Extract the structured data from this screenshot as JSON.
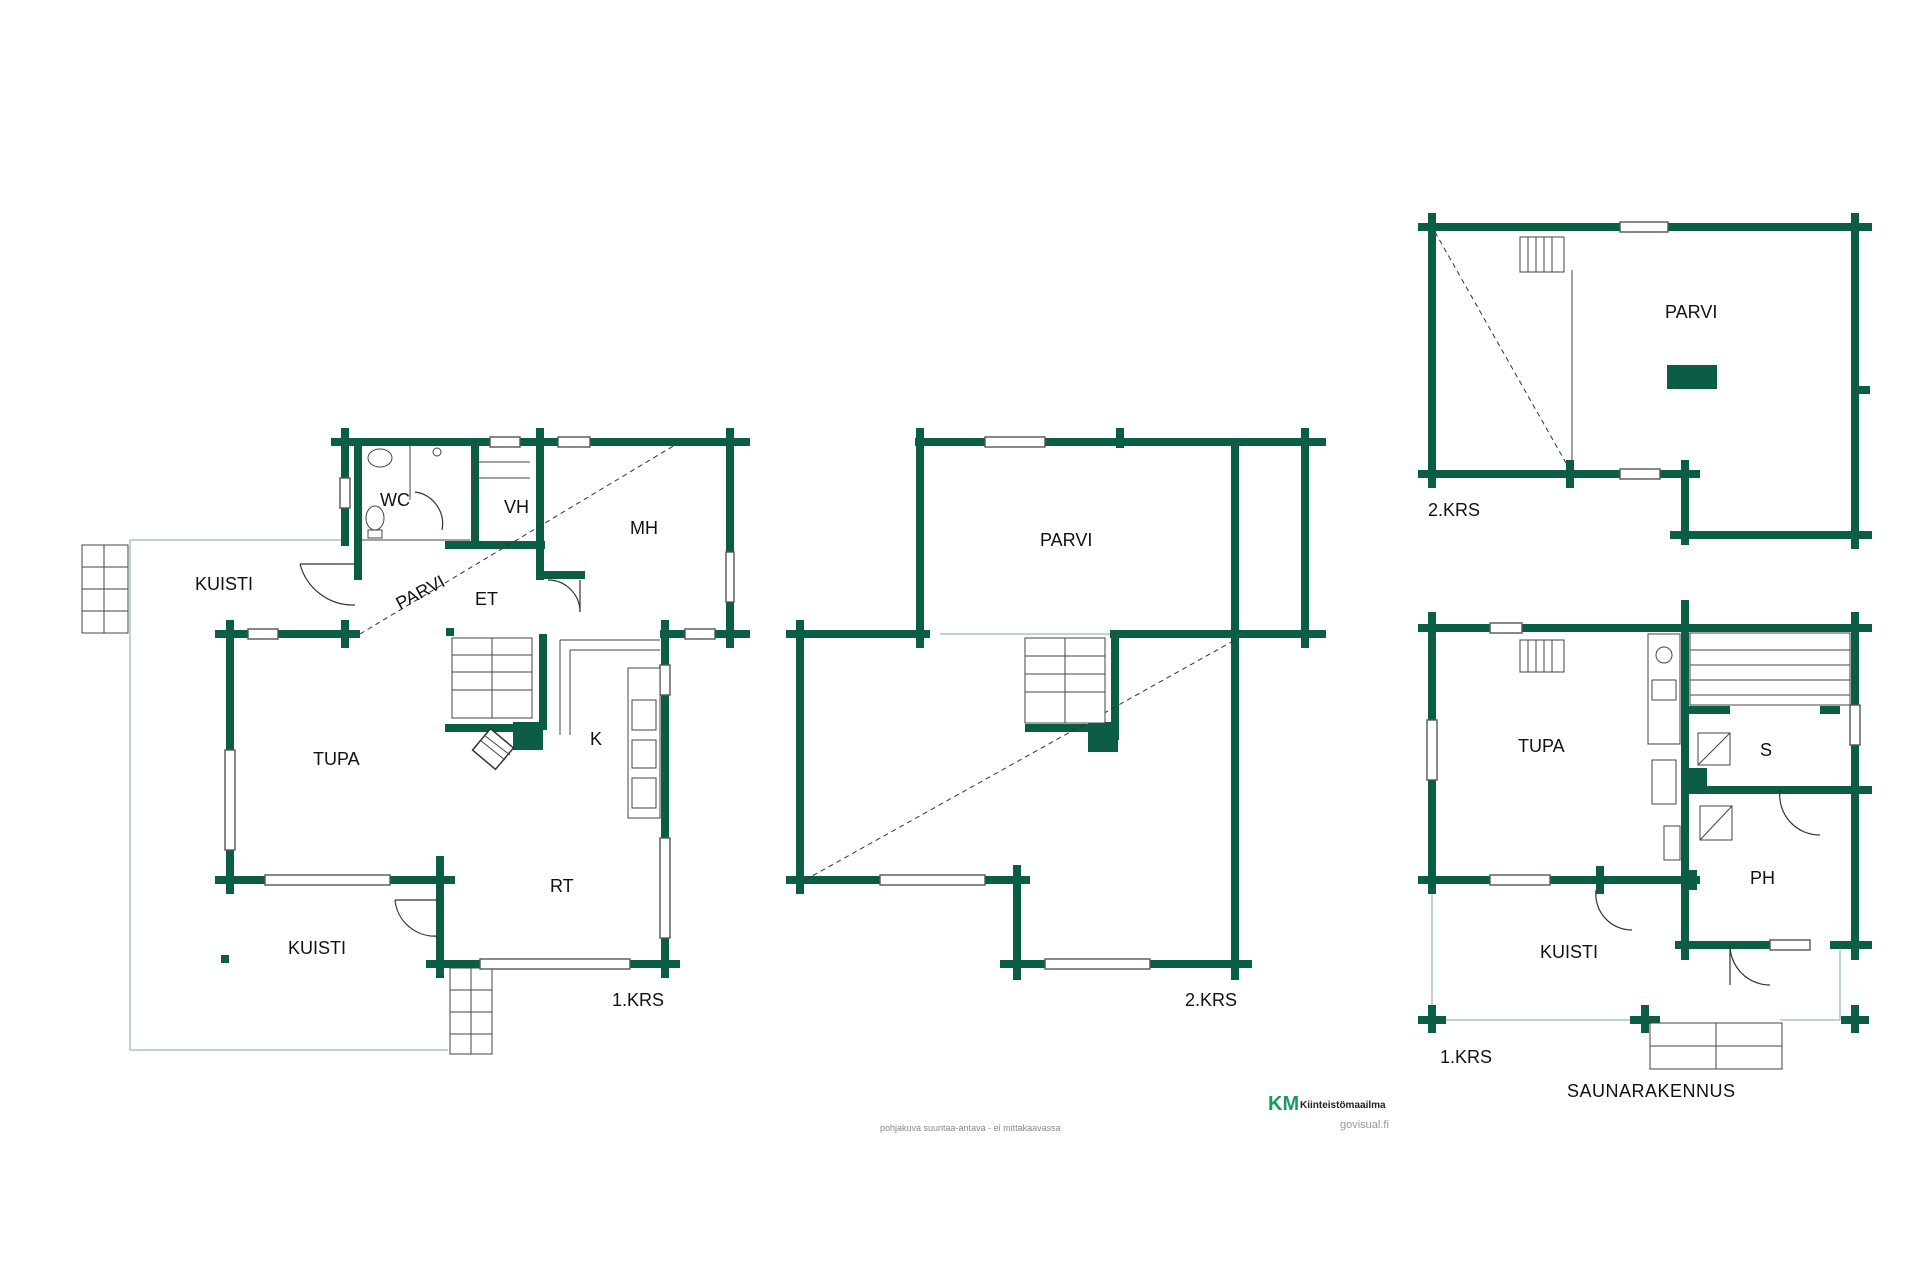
{
  "main_house": {
    "floor1": {
      "floor_label": "1.KRS",
      "rooms": {
        "wc": "WC",
        "vh": "VH",
        "mh": "MH",
        "et": "ET",
        "kuisti_top": "KUISTI",
        "tupa": "TUPA",
        "k": "K",
        "rt": "RT",
        "kuisti_bottom": "KUISTI",
        "parvi_diag": "PARVI"
      }
    },
    "floor2": {
      "floor_label": "2.KRS",
      "rooms": {
        "parvi": "PARVI"
      }
    }
  },
  "sauna_building": {
    "title": "SAUNARAKENNUS",
    "floor2": {
      "floor_label": "2.KRS",
      "rooms": {
        "parvi": "PARVI"
      }
    },
    "floor1": {
      "floor_label": "1.KRS",
      "rooms": {
        "tupa": "TUPA",
        "s": "S",
        "ph": "PH",
        "kuisti": "KUISTI"
      }
    }
  },
  "footer": {
    "disclaimer": "pohjakuva suuntaa-antava - ei mittakaavassa",
    "logo_mark": "KM",
    "brand": "Kiinteistömaailma",
    "site": "govisual.fi"
  },
  "colors": {
    "wall": "#0b5e45",
    "logo": "#1a9a5e"
  }
}
